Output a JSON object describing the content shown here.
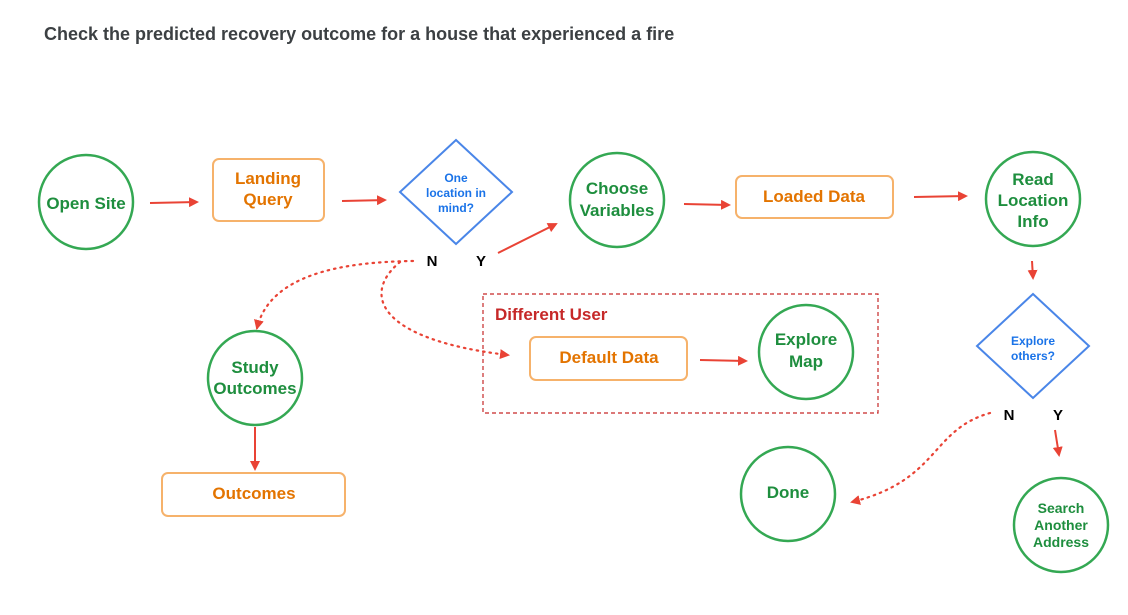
{
  "title": "Check the predicted recovery outcome for a house that experienced a fire",
  "colors": {
    "circle": "#34a853",
    "circle_text": "#1e8e3e",
    "box": "#f6b26b",
    "box_text": "#e37400",
    "diamond": "#4a86e8",
    "diamond_text": "#1a73e8",
    "arrow": "#e94335",
    "group": "#c62828",
    "label": "#000000"
  },
  "nodes": {
    "open_site": {
      "shape": "circle",
      "lines": [
        "Open Site"
      ]
    },
    "landing_query": {
      "shape": "box",
      "lines": [
        "Landing",
        "Query"
      ]
    },
    "one_location": {
      "shape": "diamond",
      "lines": [
        "One",
        "location in",
        "mind?"
      ]
    },
    "choose_variables": {
      "shape": "circle",
      "lines": [
        "Choose",
        "Variables"
      ]
    },
    "loaded_data": {
      "shape": "box",
      "lines": [
        "Loaded Data"
      ]
    },
    "read_location_info": {
      "shape": "circle",
      "lines": [
        "Read",
        "Location",
        "Info"
      ]
    },
    "explore_others": {
      "shape": "diamond",
      "lines": [
        "Explore",
        "others?"
      ]
    },
    "study_outcomes": {
      "shape": "circle",
      "lines": [
        "Study",
        "Outcomes"
      ]
    },
    "outcomes": {
      "shape": "box",
      "lines": [
        "Outcomes"
      ]
    },
    "default_data": {
      "shape": "box",
      "lines": [
        "Default Data"
      ]
    },
    "explore_map": {
      "shape": "circle",
      "lines": [
        "Explore",
        "Map"
      ]
    },
    "done": {
      "shape": "circle",
      "lines": [
        "Done"
      ]
    },
    "search_another": {
      "shape": "circle",
      "lines": [
        "Search",
        "Another",
        "Address"
      ]
    }
  },
  "group": {
    "label": "Different User"
  },
  "branch_labels": {
    "no_1": "N",
    "yes_1": "Y",
    "no_2": "N",
    "yes_2": "Y"
  }
}
